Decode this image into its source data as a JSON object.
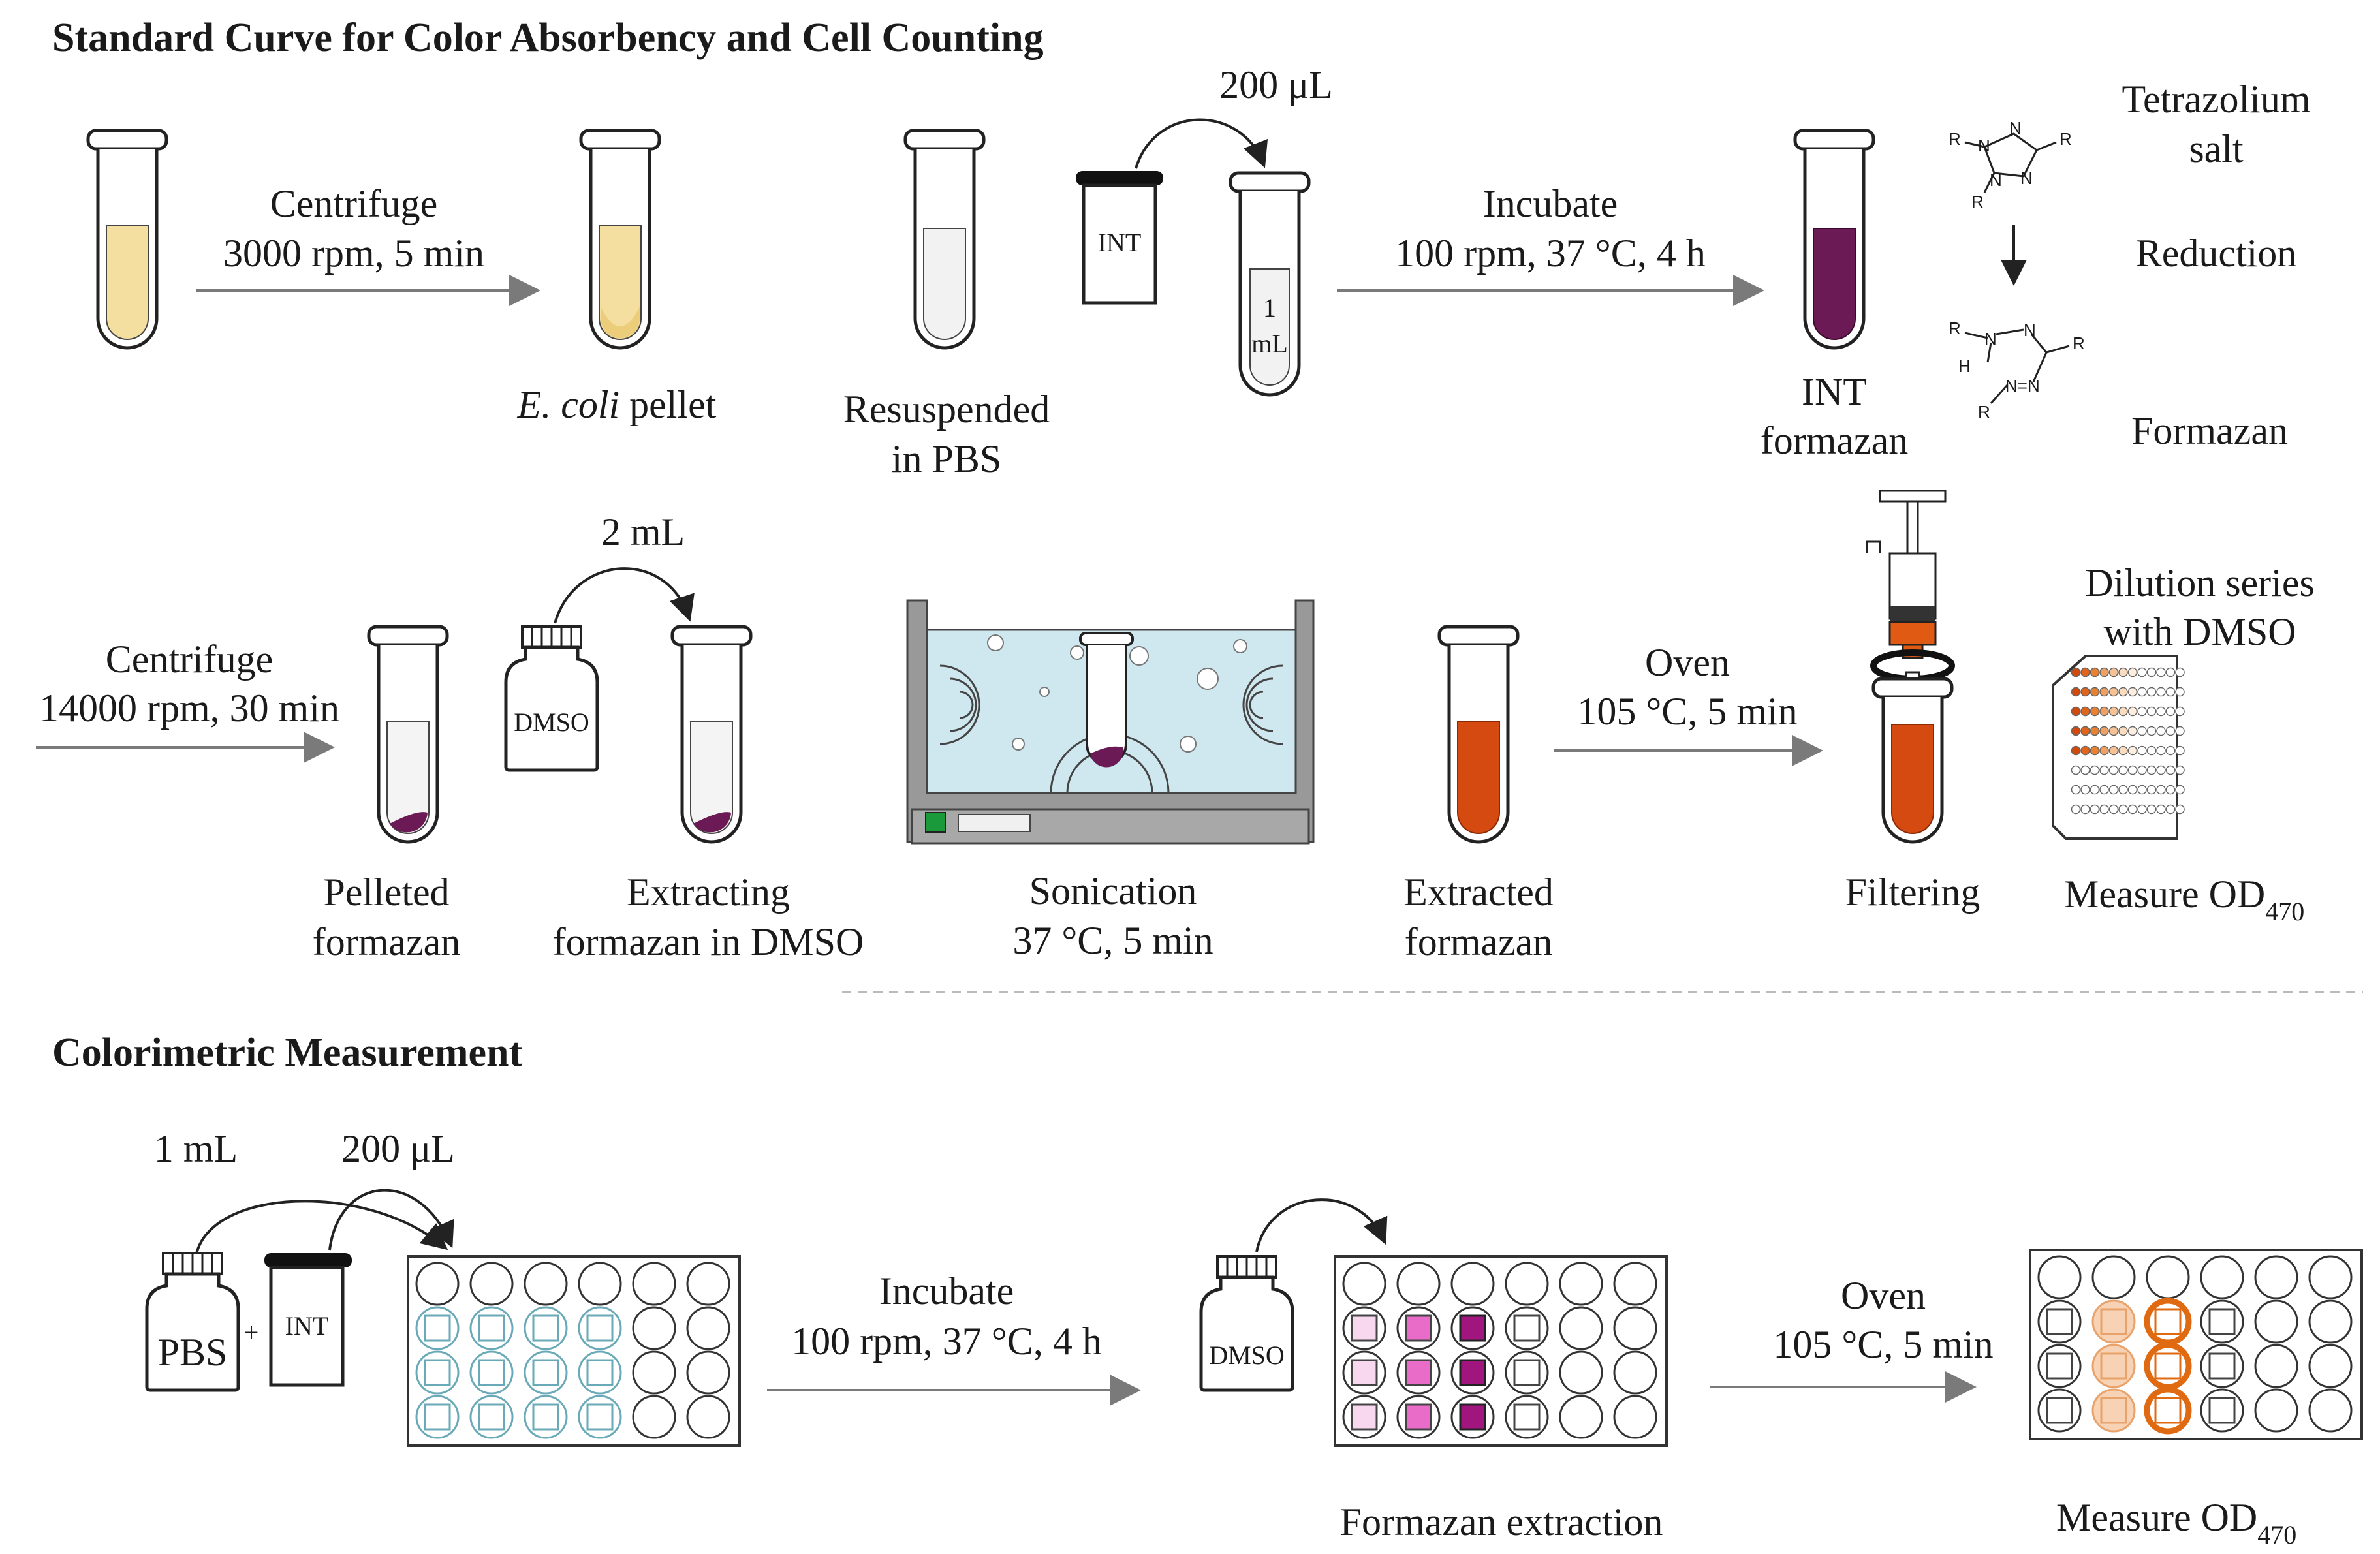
{
  "section_standard": {
    "title": "Standard Curve for Color Absorbency and Cell Counting",
    "step1": {
      "line1": "Centrifuge",
      "line2": "3000  rpm,  5 min"
    },
    "ecoli": {
      "italic": "E. coli",
      "rest": " pellet"
    },
    "resuspended": {
      "line1": "Resuspended",
      "line2": "in PBS"
    },
    "int_vol": "200  μL",
    "int_bottle": "INT",
    "tube_1ml": {
      "line1": "1",
      "line2": "mL"
    },
    "incubate": {
      "line1": "Incubate",
      "line2": "100 rpm,  37 °C,  4 h"
    },
    "int_formazan": {
      "line1": "INT",
      "line2": "formazan"
    },
    "tetrazolium": {
      "line1": "Tetrazolium",
      "line2": "salt"
    },
    "reduction": "Reduction",
    "formazan": "Formazan",
    "centrifuge2": {
      "line1": "Centrifuge",
      "line2": "14000 rpm,  30 min"
    },
    "dmso_vol": "2 mL",
    "dmso_bottle": "DMSO",
    "pelleted": {
      "line1": "Pelleted",
      "line2": "formazan"
    },
    "extracting": {
      "line1": "Extracting",
      "line2": "formazan in DMSO"
    },
    "sonication": {
      "line1": "Sonication",
      "line2": "37 °C,  5 min"
    },
    "extracted": {
      "line1": "Extracted",
      "line2": "formazan"
    },
    "oven": {
      "line1": "Oven",
      "line2": "105 °C,  5 min"
    },
    "filtering": "Filtering",
    "dilution": {
      "line1": "Dilution series",
      "line2": "with DMSO"
    },
    "measure": {
      "text": "Measure OD",
      "sub": "470"
    }
  },
  "section_colorimetric": {
    "title": "Colorimetric Measurement",
    "pbs_vol": "1 mL",
    "int_vol": "200  μL",
    "pbs_bottle": "PBS",
    "plus": "+",
    "int_bottle": "INT",
    "incubate": {
      "line1": "Incubate",
      "line2": "100 rpm,  37 °C,  4 h"
    },
    "dmso_bottle": "DMSO",
    "extraction": "Formazan extraction",
    "oven": {
      "line1": "Oven",
      "line2": "105 °C,  5 min"
    },
    "measure": {
      "text": "Measure OD",
      "sub": "470"
    }
  },
  "chem_labels": {
    "r": "R",
    "n": "N",
    "h": "H",
    "nn": "N=N"
  },
  "colors": {
    "pellet_yellow": "#f5dfa0",
    "formazan_purple": "#6b1a55",
    "extract_orange": "#d44a10",
    "water_blue": "#cfe8f0",
    "arrow_gray": "#7a7a7a",
    "well_blue": "#6aaab8",
    "pink_light": "#f7d8ee",
    "pink_mid": "#e86cc8",
    "magenta": "#a0157e",
    "orange_light": "#f7d2b4",
    "orange_mid": "#e8a26a",
    "orange_dark": "#e06a12"
  }
}
